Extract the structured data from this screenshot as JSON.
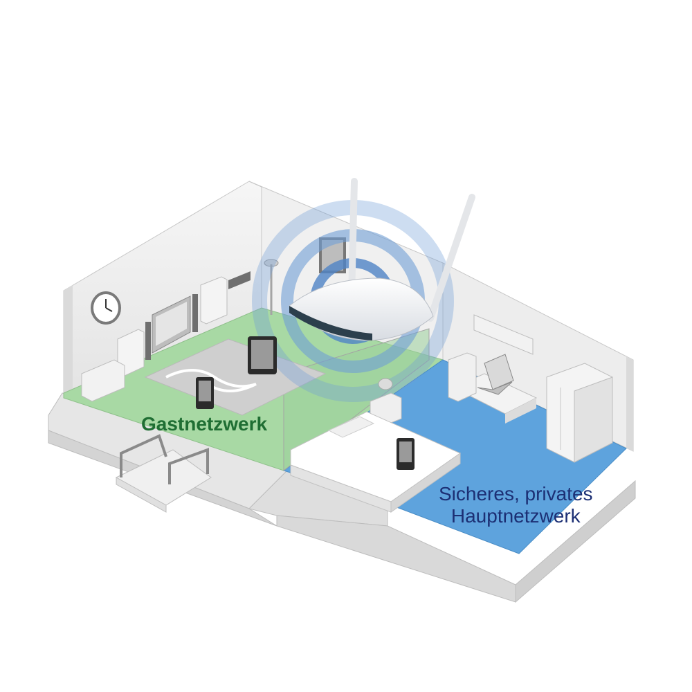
{
  "labels": {
    "guest_network": "Gastnetzwerk",
    "main_network_line1": "Sicheres, privates",
    "main_network_line2": "Hauptnetzwerk"
  },
  "colors": {
    "guest_zone": "#a8d9a4",
    "guest_text": "#1f6e33",
    "main_zone": "#5ea3dd",
    "main_text": "#1c2f74",
    "signal_rings": "#6f9fd6",
    "wall": "#ececec",
    "wall_edge": "#c9c9c9"
  },
  "icons": [
    "wall-clock-icon",
    "tv-icon",
    "speaker-icon",
    "tablet-icon",
    "smartphone-icon",
    "router-icon",
    "laptop-icon",
    "wardrobe-icon",
    "bed-icon",
    "lamp-icon",
    "stairs-icon"
  ]
}
